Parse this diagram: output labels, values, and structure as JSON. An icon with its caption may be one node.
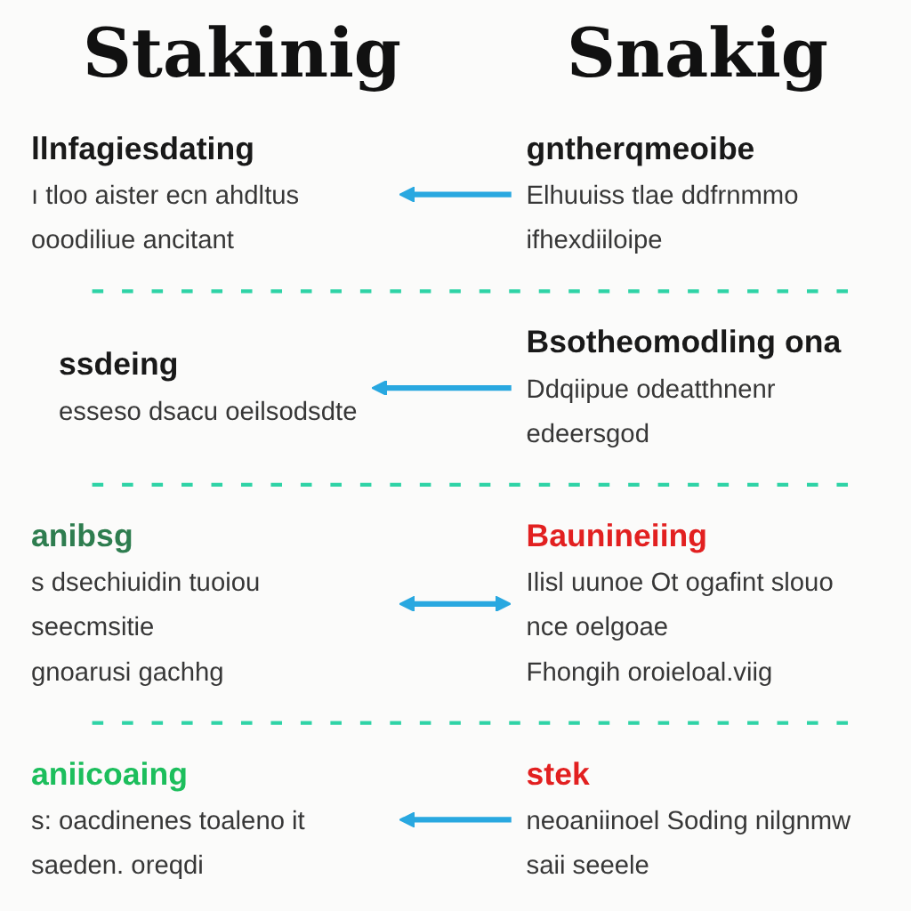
{
  "diagram": {
    "nodes": [
      {
        "text": [
          "llnfagiesdating",
          "ı tloo aister ecn ahdltus ooodiliue ancitant"
        ]
      },
      {
        "text": [
          "gntherqmeoibe",
          "Elhuuiss tlae ddfrnmmo ifhexdiiloipe"
        ]
      },
      {
        "text": [
          "ssdeing",
          "esseso dsacu oeilsodsdte"
        ]
      },
      {
        "text": [
          "Bsotheomodling ona",
          "Ddqiipue odeatthnenr edeersgod"
        ]
      },
      {
        "text": [
          "anibsg",
          "s dsechiuidin tuoiou seecmsitie",
          "gnoarusi gachhg"
        ]
      },
      {
        "text": [
          "Baunineiing",
          "Ilisl uunoe Ot ogafint slouo nce oelgoae",
          "Fhongih oroieloal.viig"
        ]
      },
      {
        "text": [
          "aniicoaing",
          "s: oacdinenes toaleno it saeden. oreqdi"
        ]
      },
      {
        "text": [
          "stek",
          "neoaniinoel Soding nilgnmw saii seeele"
        ]
      }
    ],
    "edges": [
      {
        "from": 1,
        "to": 0,
        "arrow": "to"
      },
      {
        "from": 3,
        "to": 2,
        "arrow": "to"
      },
      {
        "from": 5,
        "to": 4,
        "arrow": "both"
      },
      {
        "from": 7,
        "to": 6,
        "arrow": "to"
      }
    ],
    "labels": [
      "Stakinig",
      "Snakig"
    ]
  }
}
